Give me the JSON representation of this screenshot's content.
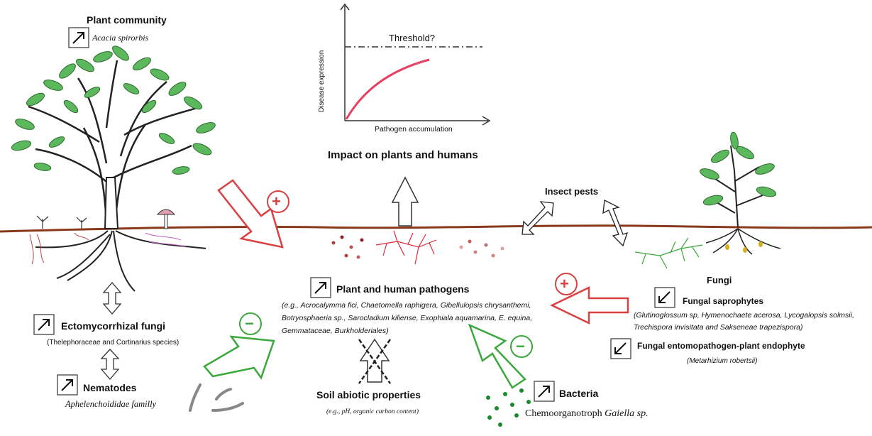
{
  "plant_community": {
    "title": "Plant community",
    "species": "Acacia spirorbis",
    "trend": "increase"
  },
  "graph": {
    "ylabel": "Disease expression",
    "xlabel": "Pathogen accumulation",
    "threshold_label": "Threshold?"
  },
  "impact": {
    "title": "Impact on plants and humans"
  },
  "insect_pests": {
    "title": "Insect pests"
  },
  "fungi": {
    "title": "Fungi",
    "saprophytes": {
      "title": "Fungal saprophytes",
      "list": "(Glutinoglossum sp, Hymenochaete acerosa, Lycogalopsis solmsii, Trechispora invisitata and Sakseneae trapezispora)",
      "trend": "decrease"
    },
    "entomopathogen": {
      "title": "Fungal entomopathogen-plant endophyte",
      "list": "(Metarhizium robertsii)",
      "trend": "decrease"
    }
  },
  "pathogens": {
    "title": "Plant and human pathogens",
    "list": "(e.g., Acrocalymma fici, Chaetomella raphigera, Gibellulopsis chrysanthemi, Botryosphaeria sp., Sarocladium kiliense, Exophiala aquamarina, E. equina, Gemmataceae, Burkholderiales)",
    "trend": "increase"
  },
  "ecto": {
    "title": "Ectomycorrhizal fungi",
    "list": "(Thelephoraceae and Cortinarius species)",
    "trend": "increase"
  },
  "nematodes": {
    "title": "Nematodes",
    "list": "Aphelenchoididae familly",
    "trend": "increase"
  },
  "soil": {
    "title": "Soil abiotic properties",
    "list": "(e.g., pH, organic carbon content)"
  },
  "bacteria": {
    "title": "Bacteria",
    "prefix": "Chemoorganotroph",
    "species": "Gaiella sp.",
    "trend": "increase"
  },
  "signs": {
    "plus": "+",
    "minus": "−"
  },
  "colors": {
    "positive": "#d94040",
    "negative": "#3aa83a",
    "ground": "#8a3a1a",
    "leaf": "#5cb85c",
    "curve": "#e84060"
  }
}
